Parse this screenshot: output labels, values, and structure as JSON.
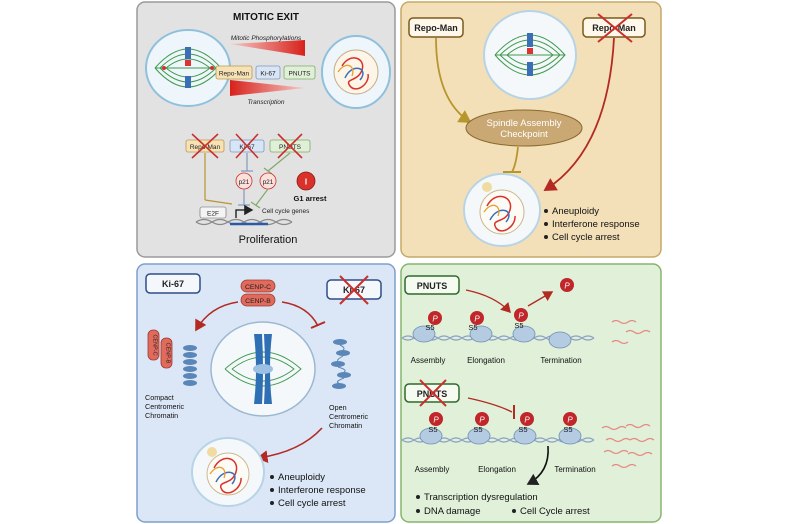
{
  "colors": {
    "grey_panel": "#e2e2e2",
    "tan_panel": "#f3dfb8",
    "blue_panel": "#dbe7f6",
    "green_panel": "#e1f0d9",
    "red_accent": "#c9302c",
    "pill_red": "#e06a5c",
    "gold_arrow": "#b8962e",
    "chromatin_blue": "#5b86b8"
  },
  "panel_mitotic_exit": {
    "title": "MITOTIC EXIT",
    "mitotic_phosphorylations": "Mitotic Phosphorylations",
    "transcription": "Transcription",
    "proteins": [
      "Repo-Man",
      "Ki-67",
      "PNUTS"
    ],
    "crossed_proteins": [
      "Repo-Man",
      "Ki-67",
      "PNUTS"
    ],
    "p21_a": "p21",
    "p21_b": "p21",
    "g1_arrest": "G1 arrest",
    "g1_symbol": "I",
    "e2f": "E2F",
    "cell_cycle_genes": "Cell cycle genes",
    "proliferation": "Proliferation"
  },
  "panel_repo_man": {
    "label_left": "Repo-Man",
    "label_right": "Repo-Man",
    "checkpoint_line1": "Spindle Assembly",
    "checkpoint_line2": "Checkpoint",
    "outcomes": [
      "Aneuploidy",
      "Interferone response",
      "Cell cycle arrest"
    ]
  },
  "panel_ki67": {
    "label_left": "Ki-67",
    "label_right": "Ki-67",
    "cenp_c": "CENP-C",
    "cenp_b": "CENP-B",
    "compact_label": [
      "Compact",
      "Centromeric",
      "Chromatin"
    ],
    "open_label": [
      "Open",
      "Centromeric",
      "Chromatin"
    ],
    "outcomes": [
      "Aneuploidy",
      "Interferone response",
      "Cell cycle arrest"
    ]
  },
  "panel_pnuts": {
    "label_top": "PNUTS",
    "label_bottom": "PNUTS",
    "p_symbol": "P",
    "s5": "S5",
    "stages": [
      "Assembly",
      "Elongation",
      "Termination"
    ],
    "outcomes_line1": "Transcription dysregulation",
    "outcomes_line2a": "DNA damage",
    "outcomes_line2b": "Cell Cycle arrest"
  }
}
